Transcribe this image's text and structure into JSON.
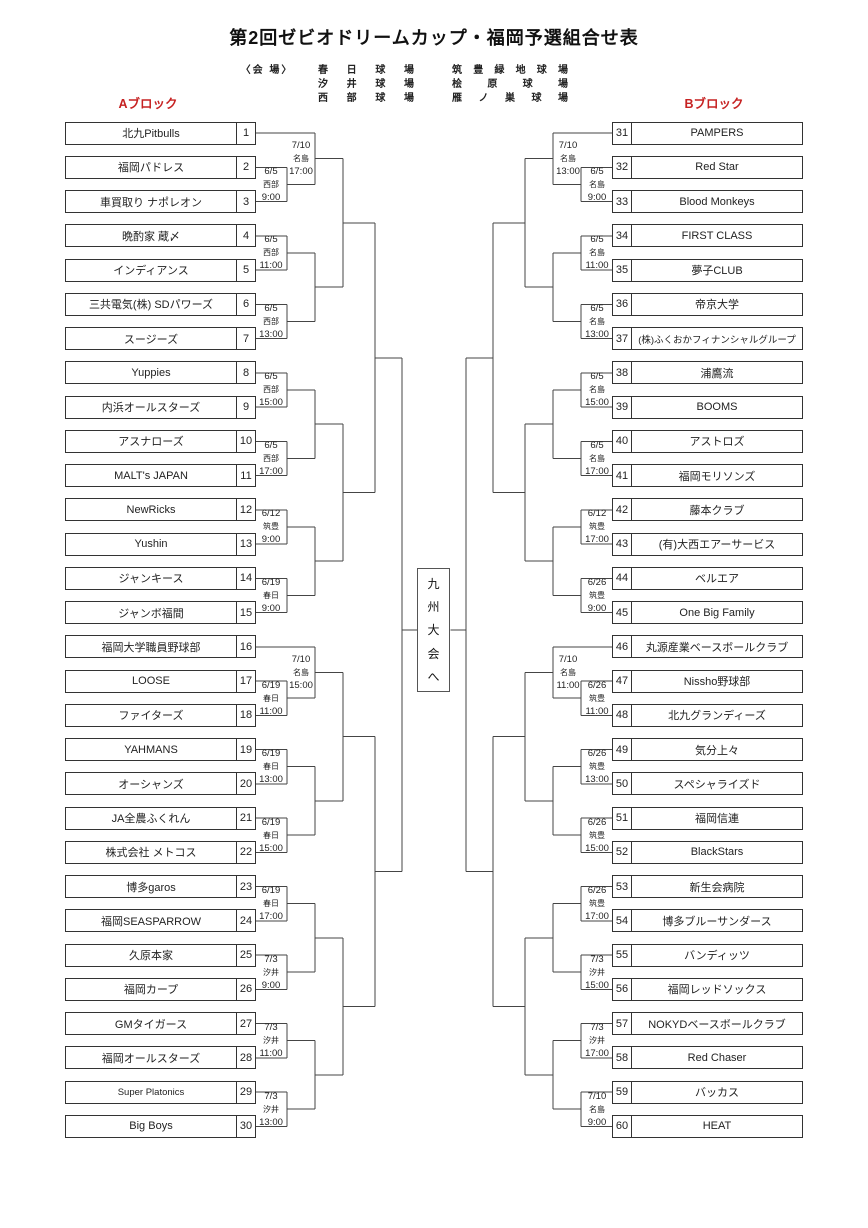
{
  "title": "第2回ゼビオドリームカップ・福岡予選組合せ表",
  "venues": {
    "heading": "〈会 場〉",
    "col1": [
      "春 日 球 場",
      "汐 井 球 場",
      "西 部 球 場"
    ],
    "col2": [
      "筑 豊 緑 地 球 場",
      "桧 原 球 場",
      "雁 ノ 巣 球 場"
    ]
  },
  "blocks": {
    "a_label": "Aブロック",
    "b_label": "Bブロック"
  },
  "center": {
    "label": "九州大会へ",
    "chars": [
      "九",
      "州",
      "大",
      "会",
      "へ"
    ]
  },
  "colors": {
    "accent_red": "#c62222",
    "line": "#454545"
  },
  "teams": [
    {
      "no": "1",
      "name": "北九Pitbulls"
    },
    {
      "no": "2",
      "name": "福岡パドレス"
    },
    {
      "no": "3",
      "name": "車買取り ナポレオン"
    },
    {
      "no": "4",
      "name": "晩酌家 蔵〆"
    },
    {
      "no": "5",
      "name": "インディアンス"
    },
    {
      "no": "6",
      "name": "三共電気(株) SDパワーズ"
    },
    {
      "no": "7",
      "name": "スージーズ"
    },
    {
      "no": "8",
      "name": "Yuppies"
    },
    {
      "no": "9",
      "name": "内浜オールスターズ"
    },
    {
      "no": "10",
      "name": "アスナローズ"
    },
    {
      "no": "11",
      "name": "MALT's JAPAN"
    },
    {
      "no": "12",
      "name": "NewRicks"
    },
    {
      "no": "13",
      "name": "Yushin"
    },
    {
      "no": "14",
      "name": "ジャンキース"
    },
    {
      "no": "15",
      "name": "ジャンボ福間"
    },
    {
      "no": "16",
      "name": "福岡大学職員野球部"
    },
    {
      "no": "17",
      "name": "LOOSE"
    },
    {
      "no": "18",
      "name": "ファイターズ"
    },
    {
      "no": "19",
      "name": "YAHMANS"
    },
    {
      "no": "20",
      "name": "オーシャンズ"
    },
    {
      "no": "21",
      "name": "JA全農ふくれん"
    },
    {
      "no": "22",
      "name": "株式会社 メトコス"
    },
    {
      "no": "23",
      "name": "博多garos"
    },
    {
      "no": "24",
      "name": "福岡SEASPARROW"
    },
    {
      "no": "25",
      "name": "久原本家"
    },
    {
      "no": "26",
      "name": "福岡カープ"
    },
    {
      "no": "27",
      "name": "GMタイガース"
    },
    {
      "no": "28",
      "name": "福岡オールスターズ"
    },
    {
      "no": "29",
      "name": "Super Platonics"
    },
    {
      "no": "30",
      "name": "Big Boys"
    },
    {
      "no": "31",
      "name": "PAMPERS"
    },
    {
      "no": "32",
      "name": "Red Star"
    },
    {
      "no": "33",
      "name": "Blood Monkeys"
    },
    {
      "no": "34",
      "name": "FIRST CLASS"
    },
    {
      "no": "35",
      "name": "夢子CLUB"
    },
    {
      "no": "36",
      "name": "帝京大学"
    },
    {
      "no": "37",
      "name": "(株)ふくおかフィナンシャルグループ"
    },
    {
      "no": "38",
      "name": "浦鷹流"
    },
    {
      "no": "39",
      "name": "BOOMS"
    },
    {
      "no": "40",
      "name": "アストロズ"
    },
    {
      "no": "41",
      "name": "福岡モリソンズ"
    },
    {
      "no": "42",
      "name": "藤本クラブ"
    },
    {
      "no": "43",
      "name": "(有)大西エアーサービス"
    },
    {
      "no": "44",
      "name": "ベルエア"
    },
    {
      "no": "45",
      "name": "One Big Family"
    },
    {
      "no": "46",
      "name": "丸源産業ベースボールクラブ"
    },
    {
      "no": "47",
      "name": "Nissho野球部"
    },
    {
      "no": "48",
      "name": "北九グランディーズ"
    },
    {
      "no": "49",
      "name": "気分上々"
    },
    {
      "no": "50",
      "name": "スペシャライズド"
    },
    {
      "no": "51",
      "name": "福岡信連"
    },
    {
      "no": "52",
      "name": "BlackStars"
    },
    {
      "no": "53",
      "name": "新生会病院"
    },
    {
      "no": "54",
      "name": "博多ブルーサンダース"
    },
    {
      "no": "55",
      "name": "バンディッツ"
    },
    {
      "no": "56",
      "name": "福岡レッドソックス"
    },
    {
      "no": "57",
      "name": "NOKYDベースボールクラブ"
    },
    {
      "no": "58",
      "name": "Red Chaser"
    },
    {
      "no": "59",
      "name": "バッカス"
    },
    {
      "no": "60",
      "name": "HEAT"
    }
  ],
  "matches": [
    {
      "block": "A",
      "round": 2,
      "bye": 1,
      "teams": [
        2,
        3
      ],
      "date": "7/10",
      "venue": "名島",
      "time": "17:00"
    },
    {
      "block": "A",
      "round": 1,
      "teams": [
        2,
        3
      ],
      "date": "6/5",
      "venue": "西部",
      "time": "9:00"
    },
    {
      "block": "A",
      "round": 1,
      "teams": [
        4,
        5
      ],
      "date": "6/5",
      "venue": "西部",
      "time": "11:00"
    },
    {
      "block": "A",
      "round": 1,
      "teams": [
        6,
        7
      ],
      "date": "6/5",
      "venue": "西部",
      "time": "13:00"
    },
    {
      "block": "A",
      "round": 1,
      "teams": [
        8,
        9
      ],
      "date": "6/5",
      "venue": "西部",
      "time": "15:00"
    },
    {
      "block": "A",
      "round": 1,
      "teams": [
        10,
        11
      ],
      "date": "6/5",
      "venue": "西部",
      "time": "17:00"
    },
    {
      "block": "A",
      "round": 1,
      "teams": [
        12,
        13
      ],
      "date": "6/12",
      "venue": "筑豊",
      "time": "9:00"
    },
    {
      "block": "A",
      "round": 1,
      "teams": [
        14,
        15
      ],
      "date": "6/19",
      "venue": "春日",
      "time": "9:00"
    },
    {
      "block": "A",
      "round": 2,
      "bye": 16,
      "teams": [
        17,
        18
      ],
      "date": "7/10",
      "venue": "名島",
      "time": "15:00"
    },
    {
      "block": "A",
      "round": 1,
      "teams": [
        17,
        18
      ],
      "date": "6/19",
      "venue": "春日",
      "time": "11:00"
    },
    {
      "block": "A",
      "round": 1,
      "teams": [
        19,
        20
      ],
      "date": "6/19",
      "venue": "春日",
      "time": "13:00"
    },
    {
      "block": "A",
      "round": 1,
      "teams": [
        21,
        22
      ],
      "date": "6/19",
      "venue": "春日",
      "time": "15:00"
    },
    {
      "block": "A",
      "round": 1,
      "teams": [
        23,
        24
      ],
      "date": "6/19",
      "venue": "春日",
      "time": "17:00"
    },
    {
      "block": "A",
      "round": 1,
      "teams": [
        25,
        26
      ],
      "date": "7/3",
      "venue": "汐井",
      "time": "9:00"
    },
    {
      "block": "A",
      "round": 1,
      "teams": [
        27,
        28
      ],
      "date": "7/3",
      "venue": "汐井",
      "time": "11:00"
    },
    {
      "block": "A",
      "round": 1,
      "teams": [
        29,
        30
      ],
      "date": "7/3",
      "venue": "汐井",
      "time": "13:00"
    },
    {
      "block": "B",
      "round": 2,
      "bye": 31,
      "teams": [
        32,
        33
      ],
      "date": "7/10",
      "venue": "名島",
      "time": "13:00"
    },
    {
      "block": "B",
      "round": 1,
      "teams": [
        32,
        33
      ],
      "date": "6/5",
      "venue": "名島",
      "time": "9:00"
    },
    {
      "block": "B",
      "round": 1,
      "teams": [
        34,
        35
      ],
      "date": "6/5",
      "venue": "名島",
      "time": "11:00"
    },
    {
      "block": "B",
      "round": 1,
      "teams": [
        36,
        37
      ],
      "date": "6/5",
      "venue": "名島",
      "time": "13:00"
    },
    {
      "block": "B",
      "round": 1,
      "teams": [
        38,
        39
      ],
      "date": "6/5",
      "venue": "名島",
      "time": "15:00"
    },
    {
      "block": "B",
      "round": 1,
      "teams": [
        40,
        41
      ],
      "date": "6/5",
      "venue": "名島",
      "time": "17:00"
    },
    {
      "block": "B",
      "round": 1,
      "teams": [
        42,
        43
      ],
      "date": "6/12",
      "venue": "筑豊",
      "time": "17:00"
    },
    {
      "block": "B",
      "round": 1,
      "teams": [
        44,
        45
      ],
      "date": "6/26",
      "venue": "筑豊",
      "time": "9:00"
    },
    {
      "block": "B",
      "round": 2,
      "bye": 46,
      "teams": [
        47,
        48
      ],
      "date": "7/10",
      "venue": "名島",
      "time": "11:00"
    },
    {
      "block": "B",
      "round": 1,
      "teams": [
        47,
        48
      ],
      "date": "6/26",
      "venue": "筑豊",
      "time": "11:00"
    },
    {
      "block": "B",
      "round": 1,
      "teams": [
        49,
        50
      ],
      "date": "6/26",
      "venue": "筑豊",
      "time": "13:00"
    },
    {
      "block": "B",
      "round": 1,
      "teams": [
        51,
        52
      ],
      "date": "6/26",
      "venue": "筑豊",
      "time": "15:00"
    },
    {
      "block": "B",
      "round": 1,
      "teams": [
        53,
        54
      ],
      "date": "6/26",
      "venue": "筑豊",
      "time": "17:00"
    },
    {
      "block": "B",
      "round": 1,
      "teams": [
        55,
        56
      ],
      "date": "7/3",
      "venue": "汐井",
      "time": "15:00"
    },
    {
      "block": "B",
      "round": 1,
      "teams": [
        57,
        58
      ],
      "date": "7/3",
      "venue": "汐井",
      "time": "17:00"
    },
    {
      "block": "B",
      "round": 1,
      "teams": [
        59,
        60
      ],
      "date": "7/10",
      "venue": "名島",
      "time": "9:00"
    }
  ]
}
